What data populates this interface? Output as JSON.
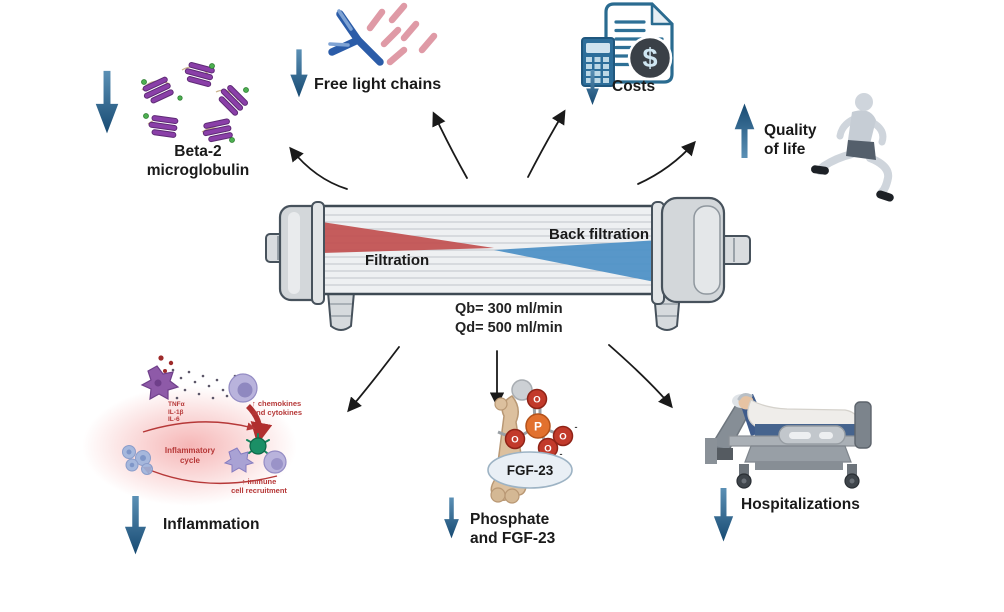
{
  "figure": {
    "dialyzer": {
      "filtration_label": "Filtration",
      "back_filtration_label": "Back filtration",
      "flow_settings": "Qb= 300 ml/min\nQd= 500 ml/min"
    },
    "outcomes": {
      "beta2_microglobulin": {
        "label": "Beta-2\nmicroglobulin",
        "direction": "decrease"
      },
      "free_light_chains": {
        "label": "Free light chains",
        "direction": "decrease"
      },
      "costs": {
        "label": "Costs",
        "direction": "decrease"
      },
      "quality_of_life": {
        "label": "Quality\nof life",
        "direction": "increase"
      },
      "inflammation": {
        "label": "Inflammation",
        "direction": "decrease"
      },
      "phosphate_fgf23": {
        "label": "Phosphate\nand FGF-23",
        "direction": "decrease"
      },
      "hospitalizations": {
        "label": "Hospitalizations",
        "direction": "decrease"
      }
    },
    "inflammation_diagram": {
      "mediators": "TNFα\nIL-1β\nIL-6",
      "chemokines_label": "↑ chemokines\nand cytokines",
      "cycle_label": "Inflammatory\ncycle",
      "recruitment_label": "↑ immune\ncell recruitment"
    },
    "molecule": {
      "fgf23_label": "FGF-23",
      "p_atom": "P",
      "o_atom": "O",
      "charge": "-"
    },
    "costs_icon": {
      "dollar": "$"
    },
    "colors": {
      "arrow_blue_light": "#5b90b5",
      "arrow_blue_dark": "#174a72",
      "filtration_red": "#c14f4f",
      "back_filtration_blue": "#4b8fc6",
      "connector_black": "#1a1a1a",
      "inflammation_red": "#b63838"
    }
  }
}
